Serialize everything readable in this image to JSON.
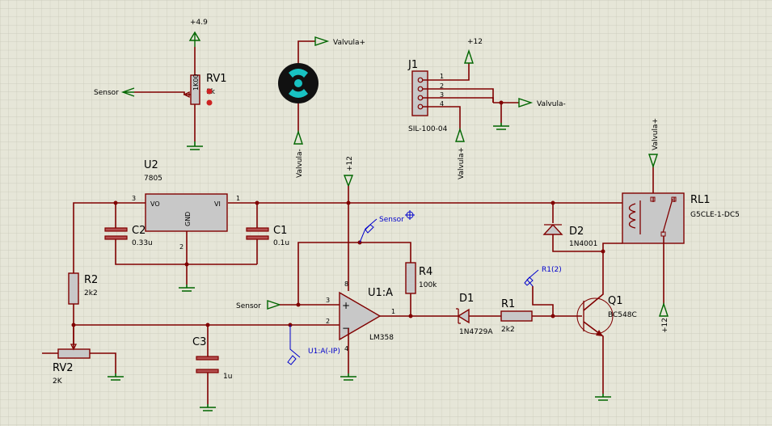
{
  "schematic": {
    "components": {
      "rv1": {
        "ref": "RV1",
        "value": "1k"
      },
      "j1": {
        "ref": "J1",
        "value": "SIL-100-04",
        "pins": [
          "1",
          "2",
          "3",
          "4"
        ]
      },
      "u2": {
        "ref": "U2",
        "value": "7805",
        "pin_vo": "VO",
        "pin_vi": "VI",
        "pin_gnd": "GND",
        "pin1": "1",
        "pin2": "2",
        "pin3": "3"
      },
      "c2": {
        "ref": "C2",
        "value": "0.33u"
      },
      "c1": {
        "ref": "C1",
        "value": "0.1u"
      },
      "c3": {
        "ref": "C3",
        "value": "1u"
      },
      "r2": {
        "ref": "R2",
        "value": "2k2"
      },
      "rv2": {
        "ref": "RV2",
        "value": "2K"
      },
      "r4": {
        "ref": "R4",
        "value": "100k"
      },
      "u1": {
        "ref": "U1:A",
        "value": "LM358",
        "pin1": "1",
        "pin2": "2",
        "pin3": "3",
        "pin4": "4",
        "pin8": "8"
      },
      "d1": {
        "ref": "D1",
        "value": "1N4729A"
      },
      "r1": {
        "ref": "R1",
        "value": "2k2"
      },
      "q1": {
        "ref": "Q1",
        "value": "BC548C"
      },
      "d2": {
        "ref": "D2",
        "value": "1N4001"
      },
      "rl1": {
        "ref": "RL1",
        "value": "G5CLE-1-DC5"
      }
    },
    "terminals": {
      "plus_4_9": "+4.9",
      "sensor_out": "Sensor",
      "valvula_plus_top": "Valvula+",
      "valvula_minus_motor": "Valvula-",
      "j1_plus12": "+12",
      "j1_valvula_minus": "Valvula-",
      "j1_valvula_plus": "Valvula+",
      "rl1_valvula_plus": "Valvula+",
      "u1_plus12": "+12",
      "sensor_in": "Sensor",
      "rl1_plus12": "+12"
    },
    "probes": {
      "sensor": "Sensor",
      "r1": "R1(2)",
      "u1_ip": "U1:A(-IP)"
    },
    "colors": {
      "background": "#e6e6d8",
      "wire": "#800000",
      "terminal": "#006600",
      "probe": "#0000cc",
      "grid": "#c7c7b8"
    }
  }
}
